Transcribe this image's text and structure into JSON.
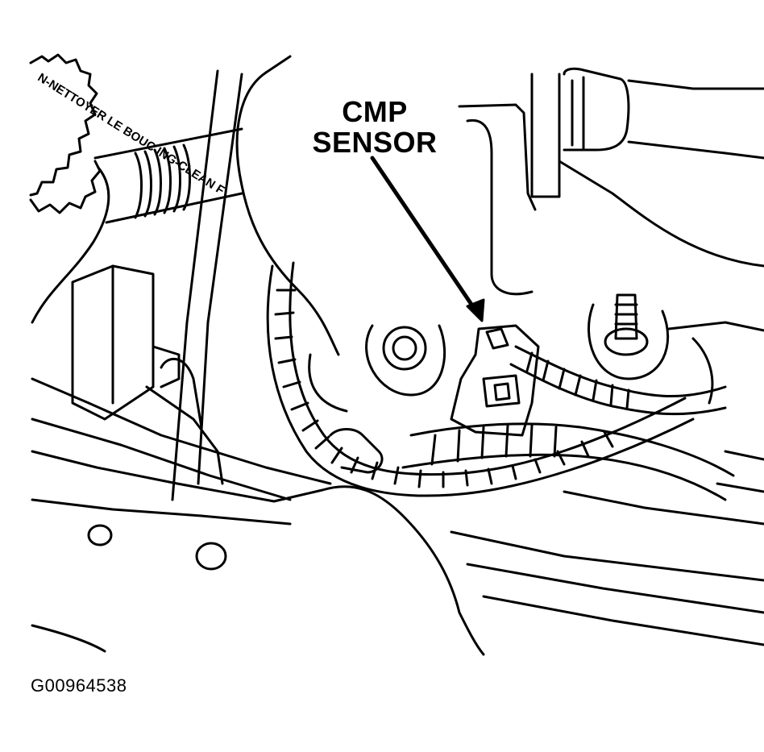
{
  "callout": {
    "line1": "CMP",
    "line2": "SENSOR"
  },
  "figure_id": "G00964538",
  "cap_text": "N-NETTOYER LE BOUC ING-CLEAN F",
  "colors": {
    "ink": "#000000",
    "paper": "#ffffff"
  }
}
